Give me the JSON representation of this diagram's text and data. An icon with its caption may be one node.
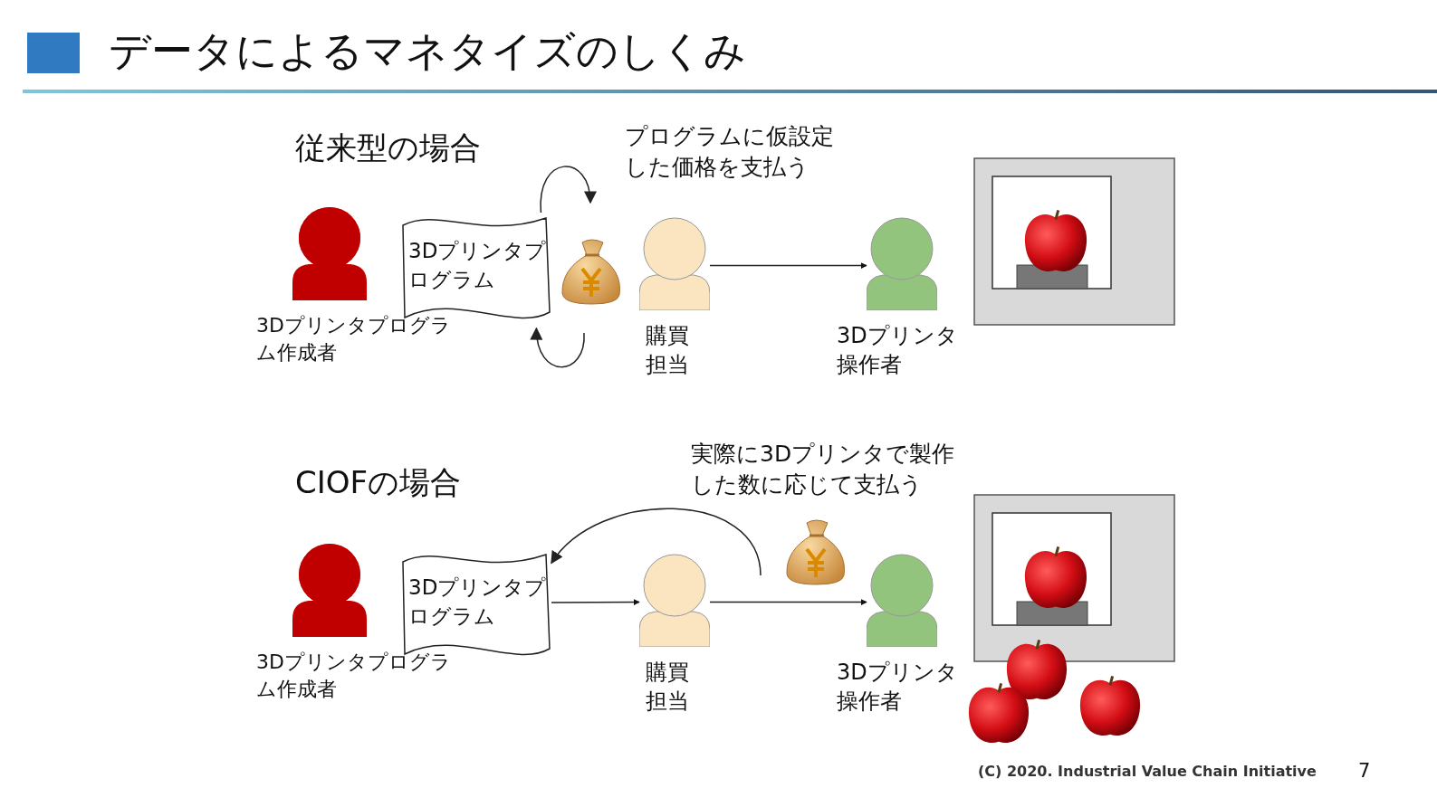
{
  "diagram": {
    "title": "データによるマネタイズのしくみ",
    "nodes": [
      {
        "text": [],
        "shape": "person"
      },
      {
        "text": [
          "3Dプリンタプログラム"
        ]
      },
      {
        "text": [],
        "shape": "person",
        "beside": [
          "購買担当"
        ]
      },
      {
        "text": [],
        "shape": "person",
        "beside": [
          "3Dプリンタ操作者"
        ]
      },
      {
        "text": [],
        "shape": "person"
      },
      {
        "text": [
          "3Dプリンタプログラム"
        ]
      },
      {
        "text": [],
        "shape": "person",
        "beside": [
          "購買担当"
        ]
      },
      {
        "text": [],
        "shape": "person",
        "beside": [
          "3Dプリンタ操作者"
        ]
      }
    ],
    "edges": [
      {
        "from": 1,
        "to": null,
        "arrow": "to"
      },
      {
        "from": null,
        "to": 1,
        "arrow": "to"
      },
      {
        "from": 2,
        "to": 3,
        "arrow": "to"
      },
      {
        "from": 5,
        "to": 6,
        "arrow": "to"
      },
      {
        "from": 6,
        "to": 7,
        "arrow": "to"
      },
      {
        "from": null,
        "to": 5,
        "arrow": "to"
      }
    ],
    "labels": [
      "従来型の場合",
      "プログラムに仮設定した価格を支払う",
      "3Dプリンタプログラム作成者",
      "CIOFの場合",
      "実際に3Dプリンタで製作した数に応じて支払う",
      "3Dプリンタプログラム作成者",
      "(C) 2020. Industrial Value Chain Initiative",
      "7"
    ]
  }
}
